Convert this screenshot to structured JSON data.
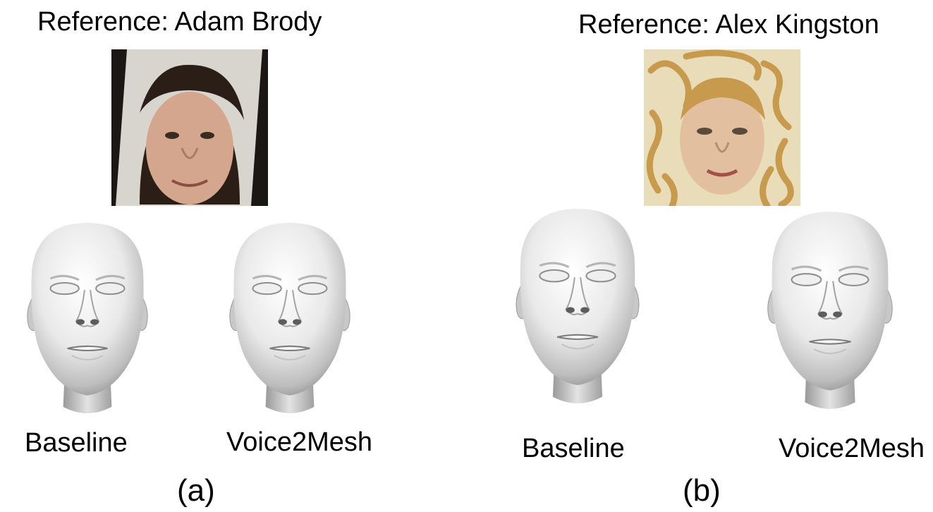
{
  "panel_a": {
    "reference_title": "Reference: Adam Brody",
    "mesh_labels": [
      "Baseline",
      "Voice2Mesh"
    ],
    "panel_label": "(a)",
    "photo_palette": {
      "background": "#d8d5cf",
      "border": "#1a1714",
      "hair": "#2a1e17",
      "skin": "#d3a68d"
    }
  },
  "panel_b": {
    "reference_title": "Reference: Alex Kingston",
    "mesh_labels": [
      "Baseline",
      "Voice2Mesh"
    ],
    "panel_label": "(b)",
    "photo_palette": {
      "background": "#e9dcb8",
      "hair": "#c79a4e",
      "skin": "#e2bf9f"
    }
  },
  "mesh_color": "#e6e6e6"
}
